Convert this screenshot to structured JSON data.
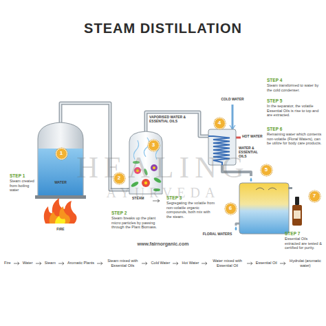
{
  "diagram": {
    "title": "STEAM DISTILLATION",
    "nodes": [
      {
        "text": [
          "1"
        ]
      },
      {
        "text": [
          "2"
        ]
      },
      {
        "text": [
          "3"
        ]
      },
      {
        "text": [
          "4"
        ]
      },
      {
        "text": [
          "5"
        ]
      },
      {
        "text": [
          "6"
        ]
      },
      {
        "text": [
          "7"
        ]
      }
    ],
    "labels": [
      "STEP 1",
      "Steam created from boiling water",
      "WATER",
      "FIRE",
      "STEP 2",
      "Steam breaks up the plant micro particles by passing through the Plant Biomass.",
      "STEAM",
      "STEP 3",
      "Segregating the volatile from non-volatile organic compounds, both mix with the steam.",
      "VAPORISED WATER & ESSENTIAL OILS",
      "COLD WATER",
      "HOT WATER",
      "WATER & ESSENTIAL OILS",
      "STEP 4",
      "Steam transformed to water by the cold condenser.",
      "STEP 5",
      "In the separator, the volatile Essential Oils is rise to top and are extracted.",
      "STEP 6",
      "Remaining water which contents non-volatile (Floral Waters), can be utilize for body care products.",
      "FLORAL WATERS",
      "STEP 7",
      "Essential Oils extracted are tested & certified for purity.",
      "www.fairnorganic.com",
      "HEALING",
      "AYURVEDA",
      "Fire",
      "Water",
      "Steam",
      "Aromatic Plants",
      "Steam mixed with Essential Oils",
      "Cold Water",
      "Hot Water",
      "Water mixed with Essential Oil",
      "Essential Oil",
      "Hydrolat (aromatic water)"
    ]
  }
}
